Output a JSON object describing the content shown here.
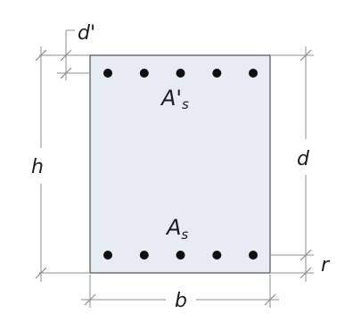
{
  "labels": {
    "d_prime": "d'",
    "h": "h",
    "d": "d",
    "r": "r",
    "b": "b",
    "a_s_prime_main": "A",
    "a_s_prime_sub": "s",
    "a_s_prime_mark": "'",
    "a_s_main": "A",
    "a_s_sub": "s"
  },
  "reinforcement": {
    "top_bar_count": 5,
    "bottom_bar_count": 5
  },
  "colors": {
    "section_fill": "#e6ecf2",
    "section_stroke": "#4a4f55",
    "bar_fill": "#0f0f0f",
    "dimension_line": "#8a8f94"
  }
}
